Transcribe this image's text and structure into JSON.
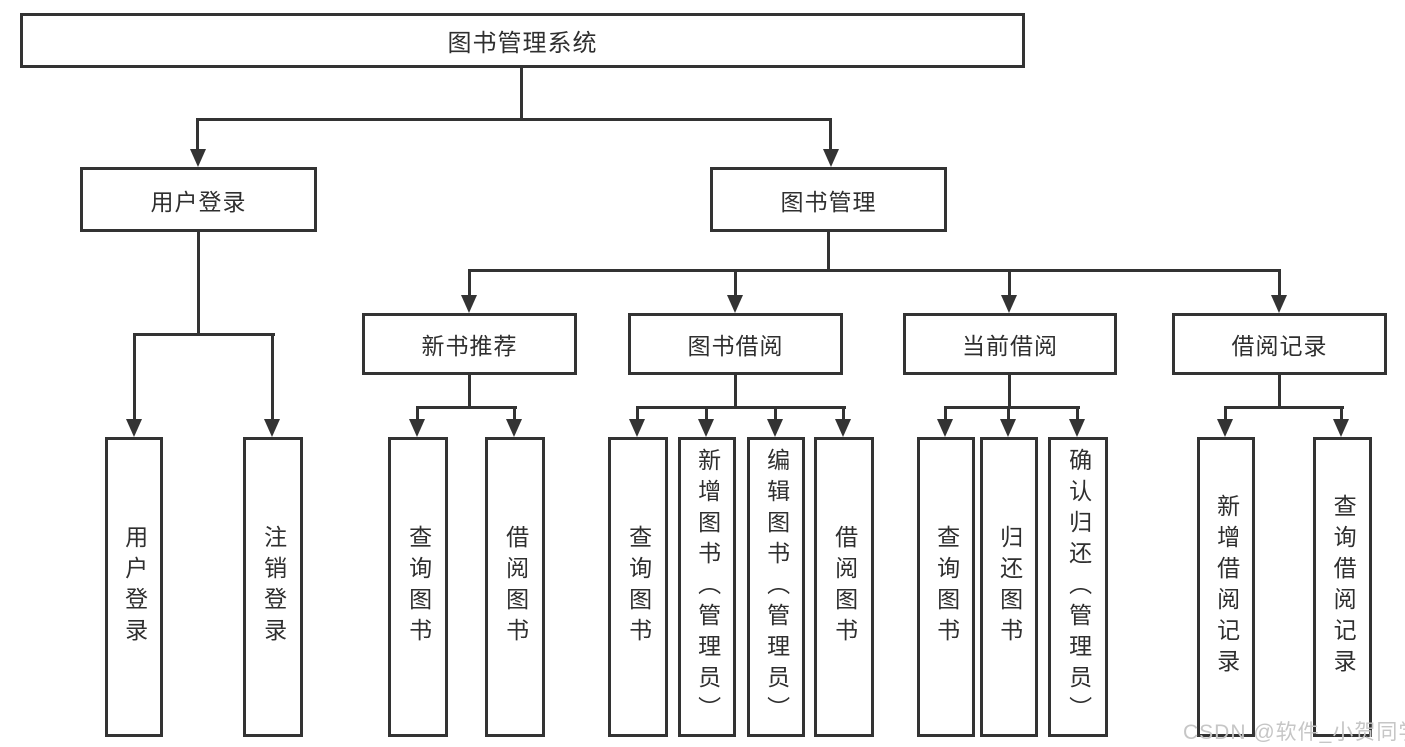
{
  "diagram": {
    "nodes": {
      "root": "图书管理系统",
      "user_login": "用户登录",
      "book_mgmt": "图书管理",
      "new_books": "新书推荐",
      "book_borrow": "图书借阅",
      "current_borrow": "当前借阅",
      "borrow_records": "借阅记录",
      "leaf_user_login": "用户登录",
      "leaf_logout": "注销登录",
      "leaf_nb_query": "查询图书",
      "leaf_nb_borrow": "借阅图书",
      "leaf_bb_query": "查询图书",
      "leaf_bb_add": "新增图书（管理员）",
      "leaf_bb_edit": "编辑图书（管理员）",
      "leaf_bb_borrow": "借阅图书",
      "leaf_cb_query": "查询图书",
      "leaf_cb_return": "归还图书",
      "leaf_cb_confirm": "确认归还（管理员）",
      "leaf_br_add": "新增借阅记录",
      "leaf_br_query": "查询借阅记录"
    },
    "watermark": "CSDN @软件_小贺同学"
  }
}
